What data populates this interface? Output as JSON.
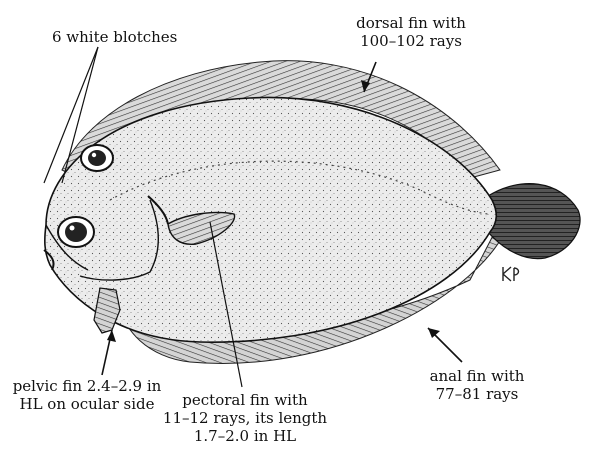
{
  "labels": {
    "white_blotches": "6 white blotches",
    "dorsal_fin": [
      "dorsal fin with",
      "100–102 rays"
    ],
    "pelvic_fin": [
      "pelvic fin 2.4–2.9 in",
      "HL on ocular side"
    ],
    "pectoral_fin": [
      "pectoral fin with",
      "11–12 rays, its length",
      "1.7–2.0 in HL"
    ],
    "anal_fin": [
      "anal fin with",
      "77–81 rays"
    ]
  },
  "signature": "KP",
  "colors": {
    "ink": "#111111",
    "body_fill": "#e9e9e9",
    "fin_fill": "#d2d2d2",
    "background": "#ffffff"
  }
}
